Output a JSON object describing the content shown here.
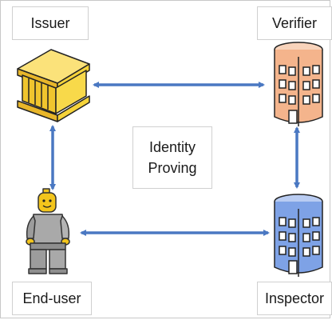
{
  "labels": {
    "issuer": "Issuer",
    "verifier": "Verifier",
    "end_user": "End-user",
    "inspector": "Inspector"
  },
  "center": {
    "line1": "Identity",
    "line2": "Proving"
  },
  "colors": {
    "arrow": "#4a78c2",
    "issuer_building": "#f5d33a",
    "verifier_building": "#f4b48c",
    "inspector_building": "#7ea2e6",
    "figure": "#a9a9a9",
    "figure_head": "#f3c51c"
  },
  "icons": [
    "bank-building-icon",
    "office-tower-icon",
    "office-tower-icon",
    "figure-icon"
  ]
}
